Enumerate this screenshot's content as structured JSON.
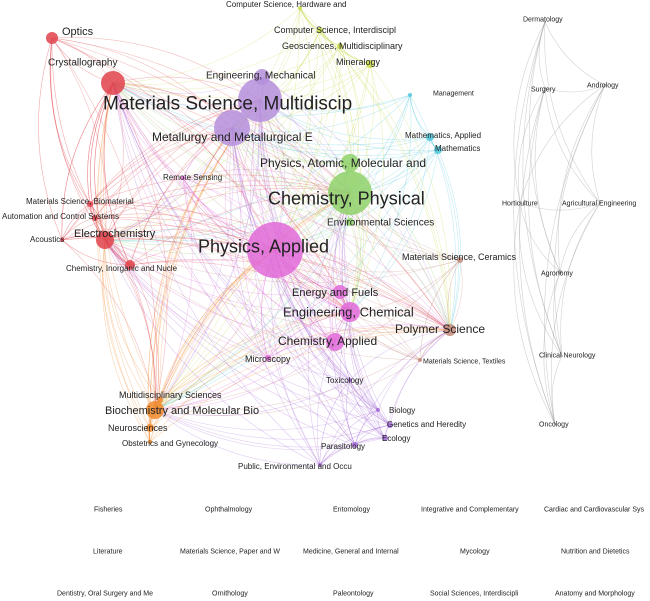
{
  "colors": {
    "red": "#e0424b",
    "purple": "#b58fdc",
    "green": "#8fd16a",
    "pink": "#e06ad8",
    "orange": "#f08a2a",
    "cyan": "#4fc7dc",
    "yellow": "#c8d84a",
    "violet": "#a56ad8",
    "brown": "#c48a7a",
    "gray": "#9a9a9a"
  },
  "network": {
    "nodes": [
      {
        "id": "optics",
        "label": "Optics",
        "cluster": "red",
        "weight": 3
      },
      {
        "id": "crystallography",
        "label": "Crystallography",
        "cluster": "red",
        "weight": 5
      },
      {
        "id": "materials-science-multidisciplinary",
        "label": "Materials Science, Multidiscip",
        "cluster": "purple",
        "weight": 10
      },
      {
        "id": "engineering-mechanical",
        "label": "Engineering, Mechanical",
        "cluster": "purple",
        "weight": 4
      },
      {
        "id": "metallurgy",
        "label": "Metallurgy and Metallurgical E",
        "cluster": "purple",
        "weight": 7
      },
      {
        "id": "computer-science-hardware",
        "label": "Computer Science, Hardware and",
        "cluster": "yellow",
        "weight": 1
      },
      {
        "id": "computer-science-interdisciplinary",
        "label": "Computer Science, Interdiscipl",
        "cluster": "yellow",
        "weight": 2
      },
      {
        "id": "geosciences",
        "label": "Geosciences, Multidisciplinary",
        "cluster": "yellow",
        "weight": 2
      },
      {
        "id": "mineralogy",
        "label": "Mineralogy",
        "cluster": "yellow",
        "weight": 2
      },
      {
        "id": "physics-atomic",
        "label": "Physics, Atomic, Molecular and",
        "cluster": "green",
        "weight": 4
      },
      {
        "id": "chemistry-physical",
        "label": "Chemistry, Physical",
        "cluster": "green",
        "weight": 9
      },
      {
        "id": "environmental-sciences",
        "label": "Environmental Sciences",
        "cluster": "green",
        "weight": 2
      },
      {
        "id": "management",
        "label": "Management",
        "cluster": "cyan",
        "weight": 1
      },
      {
        "id": "mathematics-applied",
        "label": "Mathematics, Applied",
        "cluster": "cyan",
        "weight": 2
      },
      {
        "id": "mathematics",
        "label": "Mathematics",
        "cluster": "cyan",
        "weight": 2
      },
      {
        "id": "remote-sensing",
        "label": "Remote Sensing",
        "cluster": "pink",
        "weight": 1
      },
      {
        "id": "physics-applied",
        "label": "Physics, Applied",
        "cluster": "pink",
        "weight": 10
      },
      {
        "id": "materials-science-biomaterials",
        "label": "Materials Science, Biomaterial",
        "cluster": "red",
        "weight": 2
      },
      {
        "id": "automation-control",
        "label": "Automation and Control Systems",
        "cluster": "red",
        "weight": 2
      },
      {
        "id": "electrochemistry",
        "label": "Electrochemistry",
        "cluster": "red",
        "weight": 5
      },
      {
        "id": "acoustics",
        "label": "Acoustics",
        "cluster": "red",
        "weight": 1
      },
      {
        "id": "chemistry-inorganic",
        "label": "Chemistry, Inorganic and Nucle",
        "cluster": "red",
        "weight": 3
      },
      {
        "id": "energy-fuels",
        "label": "Energy and Fuels",
        "cluster": "pink",
        "weight": 4
      },
      {
        "id": "engineering-chemical",
        "label": "Engineering, Chemical",
        "cluster": "pink",
        "weight": 5
      },
      {
        "id": "chemistry-applied",
        "label": "Chemistry, Applied",
        "cluster": "pink",
        "weight": 5
      },
      {
        "id": "microscopy",
        "label": "Microscopy",
        "cluster": "pink",
        "weight": 1
      },
      {
        "id": "materials-science-ceramics",
        "label": "Materials Science, Ceramics",
        "cluster": "brown",
        "weight": 2
      },
      {
        "id": "polymer-science",
        "label": "Polymer Science",
        "cluster": "brown",
        "weight": 4
      },
      {
        "id": "materials-science-textiles",
        "label": "Materials Science, Textiles",
        "cluster": "brown",
        "weight": 1
      },
      {
        "id": "multidisciplinary-sciences",
        "label": "Multidisciplinary Sciences",
        "cluster": "orange",
        "weight": 2
      },
      {
        "id": "biochemistry",
        "label": "Biochemistry and Molecular Bio",
        "cluster": "orange",
        "weight": 5
      },
      {
        "id": "neurosciences",
        "label": "Neurosciences",
        "cluster": "orange",
        "weight": 2
      },
      {
        "id": "obstetrics",
        "label": "Obstetrics and Gynecology",
        "cluster": "orange",
        "weight": 1
      },
      {
        "id": "toxicology",
        "label": "Toxicology",
        "cluster": "violet",
        "weight": 1
      },
      {
        "id": "biology",
        "label": "Biology",
        "cluster": "violet",
        "weight": 1
      },
      {
        "id": "genetics",
        "label": "Genetics and Heredity",
        "cluster": "violet",
        "weight": 2
      },
      {
        "id": "ecology",
        "label": "Ecology",
        "cluster": "violet",
        "weight": 2
      },
      {
        "id": "parasitology",
        "label": "Parasitology",
        "cluster": "violet",
        "weight": 2
      },
      {
        "id": "public-environmental",
        "label": "Public, Environmental and Occu",
        "cluster": "violet",
        "weight": 1
      },
      {
        "id": "dermatology",
        "label": "Dermatology",
        "cluster": "gray",
        "weight": 1
      },
      {
        "id": "surgery",
        "label": "Surgery",
        "cluster": "gray",
        "weight": 1
      },
      {
        "id": "andrology",
        "label": "Andrology",
        "cluster": "gray",
        "weight": 1
      },
      {
        "id": "horticulture",
        "label": "Horticulture",
        "cluster": "gray",
        "weight": 1
      },
      {
        "id": "agricultural-engineering",
        "label": "Agricultural Engineering",
        "cluster": "gray",
        "weight": 1
      },
      {
        "id": "agronomy",
        "label": "Agronomy",
        "cluster": "gray",
        "weight": 1
      },
      {
        "id": "clinical-neurology",
        "label": "Clinical Neurology",
        "cluster": "gray",
        "weight": 1
      },
      {
        "id": "oncology",
        "label": "Oncology",
        "cluster": "gray",
        "weight": 1
      },
      {
        "id": "fisheries",
        "label": "Fisheries",
        "cluster": "gray",
        "weight": 0
      },
      {
        "id": "ophthalmology",
        "label": "Ophthalmology",
        "cluster": "gray",
        "weight": 0
      },
      {
        "id": "entomology",
        "label": "Entomology",
        "cluster": "gray",
        "weight": 0
      },
      {
        "id": "integrative-complementary",
        "label": "Integrative and Complementary",
        "cluster": "gray",
        "weight": 0
      },
      {
        "id": "cardiac-cardiovascular",
        "label": "Cardiac and Cardiovascular Sys",
        "cluster": "gray",
        "weight": 0
      },
      {
        "id": "literature",
        "label": "Literature",
        "cluster": "gray",
        "weight": 0
      },
      {
        "id": "materials-science-paper",
        "label": "Materials Science, Paper and W",
        "cluster": "gray",
        "weight": 0
      },
      {
        "id": "medicine-general",
        "label": "Medicine, General and Internal",
        "cluster": "gray",
        "weight": 0
      },
      {
        "id": "mycology",
        "label": "Mycology",
        "cluster": "gray",
        "weight": 0
      },
      {
        "id": "nutrition-dietetics",
        "label": "Nutrition and Dietetics",
        "cluster": "gray",
        "weight": 0
      },
      {
        "id": "dentistry",
        "label": "Dentistry, Oral Surgery and Me",
        "cluster": "gray",
        "weight": 0
      },
      {
        "id": "ornithology",
        "label": "Ornithology",
        "cluster": "gray",
        "weight": 0
      },
      {
        "id": "paleontology",
        "label": "Paleontology",
        "cluster": "gray",
        "weight": 0
      },
      {
        "id": "social-sciences-interdisciplinary",
        "label": "Social Sciences, Interdiscipli",
        "cluster": "gray",
        "weight": 0
      },
      {
        "id": "anatomy-morphology",
        "label": "Anatomy and Morphology",
        "cluster": "gray",
        "weight": 0
      }
    ]
  }
}
